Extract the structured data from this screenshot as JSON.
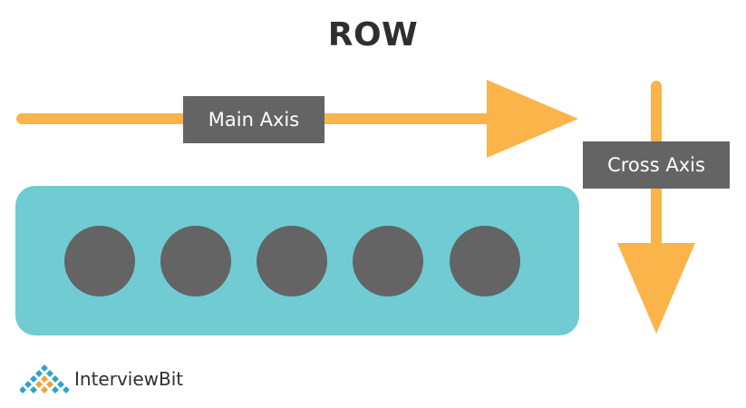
{
  "diagram": {
    "title": "ROW",
    "main_axis_label": "Main Axis",
    "cross_axis_label": "Cross Axis",
    "item_count": 5
  },
  "brand": {
    "name": "InterviewBit"
  },
  "colors": {
    "arrow": "#fab44a",
    "container": "#70cbd3",
    "item": "#646464",
    "label_bg": "#646464",
    "label_text": "#ffffff",
    "title": "#2f2f2f",
    "logo_blue": "#2ea3d0",
    "logo_orange": "#f4a236"
  }
}
